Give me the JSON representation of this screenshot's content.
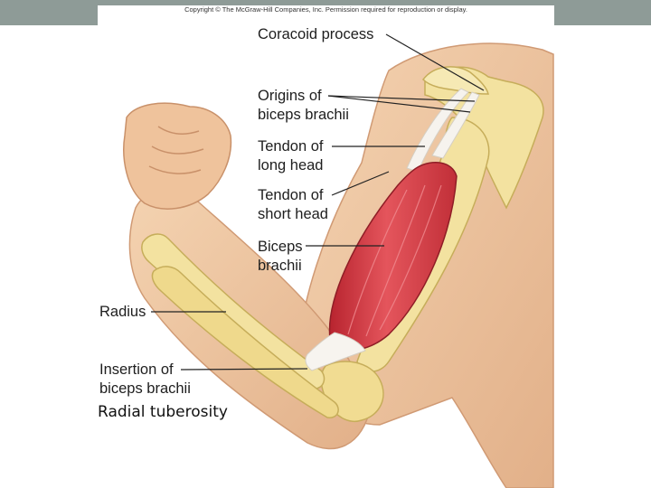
{
  "copyright": "Copyright © The McGraw-Hill Companies, Inc. Permission required for reproduction or display.",
  "labels": {
    "coracoid_process": "Coracoid process",
    "origins": [
      "Origins of",
      "biceps brachii"
    ],
    "tendon_long": [
      "Tendon of",
      "long head"
    ],
    "tendon_short": [
      "Tendon of",
      "short head"
    ],
    "biceps": [
      "Biceps",
      "brachii"
    ],
    "radius": "Radius",
    "insertion": [
      "Insertion of",
      "biceps brachii"
    ]
  },
  "caption": "Radial tuberosity",
  "colors": {
    "skin": "#f0c9a2",
    "skin_shadow": "#d9a47c",
    "bone": "#f3e2a0",
    "bone_shadow": "#cfb765",
    "muscle": "#d9424a",
    "muscle_highlight": "#f07a80",
    "tendon": "#f4f1ec",
    "leader_line": "#222222",
    "top_band": "#8e9b97"
  }
}
